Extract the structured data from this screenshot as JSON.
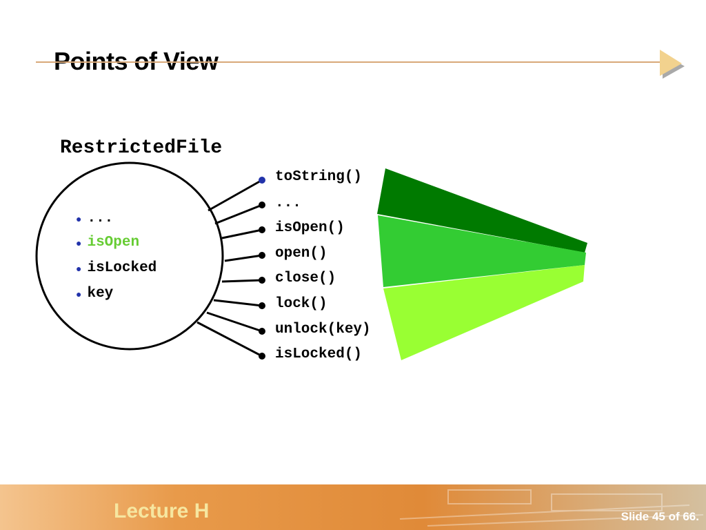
{
  "slide": {
    "title": "Points of View",
    "class_name": "RestrictedFile",
    "fields": [
      {
        "label": "...",
        "highlight": false
      },
      {
        "label": "isOpen",
        "highlight": true
      },
      {
        "label": "isLocked",
        "highlight": false
      },
      {
        "label": "key",
        "highlight": false
      }
    ],
    "methods": [
      "toString()",
      "...",
      "isOpen()",
      "open()",
      "close()",
      "lock()",
      "unlock(key)",
      "isLocked()"
    ],
    "colors": {
      "accent_rule": "#d8a878",
      "bullet_blue": "#2233aa",
      "highlight_green": "#66cc33",
      "wedge_dark": "#007a00",
      "wedge_mid": "#33cc33",
      "wedge_light": "#99ff33"
    }
  },
  "footer": {
    "lecture": "Lecture H",
    "slide_number": "Slide 45 of 66."
  }
}
